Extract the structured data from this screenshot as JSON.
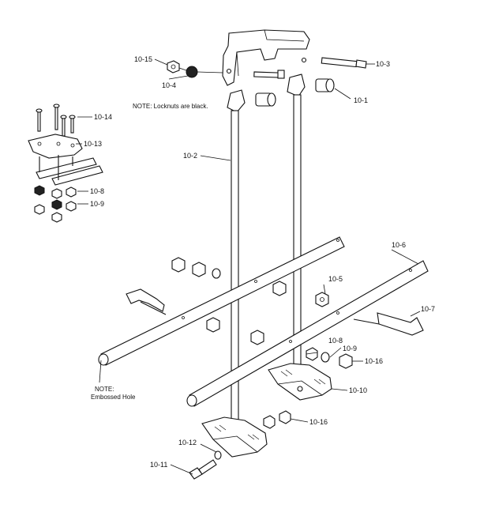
{
  "labels": {
    "p10_1": "10-1",
    "p10_2": "10-2",
    "p10_3": "10-3",
    "p10_4": "10-4",
    "p10_5": "10-5",
    "p10_6": "10-6",
    "p10_7": "10-7",
    "p10_8a": "10-8",
    "p10_8b": "10-8",
    "p10_9a": "10-9",
    "p10_9b": "10-9",
    "p10_10": "10-10",
    "p10_11": "10-11",
    "p10_12": "10-12",
    "p10_13": "10-13",
    "p10_14": "10-14",
    "p10_15": "10-15",
    "p10_16a": "10-16",
    "p10_16b": "10-16"
  },
  "notes": {
    "locknuts": "NOTE: Locknuts are black.",
    "embossed_line1": "NOTE:",
    "embossed_line2": "Embossed Hole"
  }
}
